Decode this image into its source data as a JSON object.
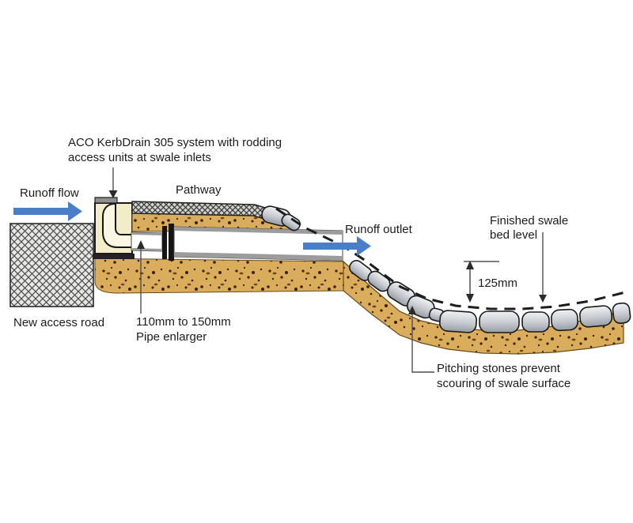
{
  "labels": {
    "aco_line1": "ACO KerbDrain 305 system with rodding",
    "aco_line2": "access units at swale inlets",
    "runoff_flow": "Runoff flow",
    "pathway": "Pathway",
    "new_access_road": "New access road",
    "enlarger_line1": "110mm to 150mm",
    "enlarger_line2": "Pipe enlarger",
    "runoff_outlet": "Runoff outlet",
    "swale_line1": "Finished swale",
    "swale_line2": "bed level",
    "dim_125": "125mm",
    "pitching_line1": "Pitching stones prevent",
    "pitching_line2": "scouring of swale surface"
  },
  "colors": {
    "arrow_blue": "#4a7ec9",
    "sand": "#d9ad5c",
    "stone_light": "#f0f2f4",
    "stone_dark": "#969ca4",
    "kerb_cream": "#f2ecc8",
    "text": "#1c1c1c",
    "background": "#ffffff"
  }
}
